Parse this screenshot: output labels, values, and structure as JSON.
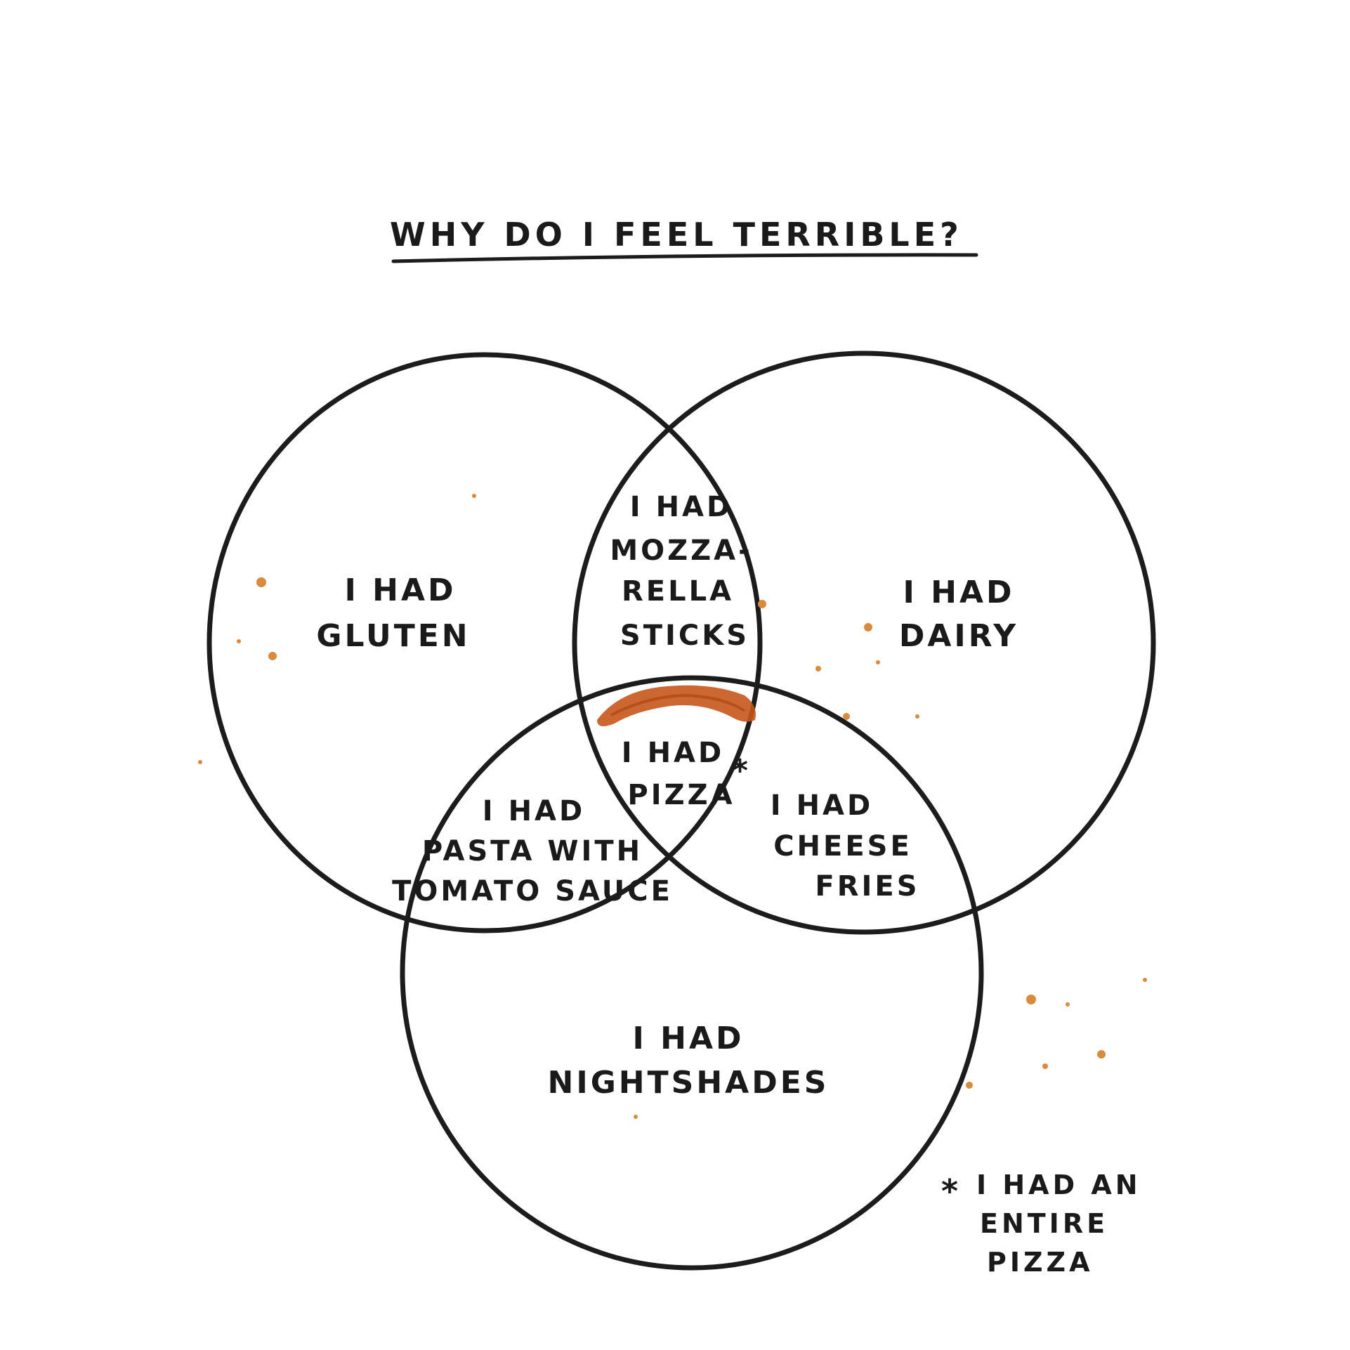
{
  "title": "WHY DO I FEEL TERRIBLE?",
  "sets": {
    "gluten": [
      "I HAD",
      "GLUTEN"
    ],
    "dairy": [
      "I HAD",
      "DAIRY"
    ],
    "nightshades": [
      "I HAD",
      "NIGHTSHADES"
    ]
  },
  "intersections": {
    "gluten_dairy": [
      "I HAD",
      "MOZZA-",
      "RELLA",
      "STICKS"
    ],
    "gluten_nightshades": [
      "I HAD",
      "PASTA WITH",
      "TOMATO SAUCE"
    ],
    "dairy_nightshades": [
      "I HAD",
      "CHEESE",
      "FRIES"
    ],
    "all": [
      "I HAD",
      "PIZZA"
    ],
    "all_marker": "*"
  },
  "footnote": {
    "marker": "*",
    "lines": [
      "I HAD AN",
      "ENTIRE",
      "PIZZA"
    ]
  },
  "colors": {
    "ink": "#1c1c1c",
    "pizza_stain": "#c8561c",
    "crumbs": "#d98a3a"
  }
}
